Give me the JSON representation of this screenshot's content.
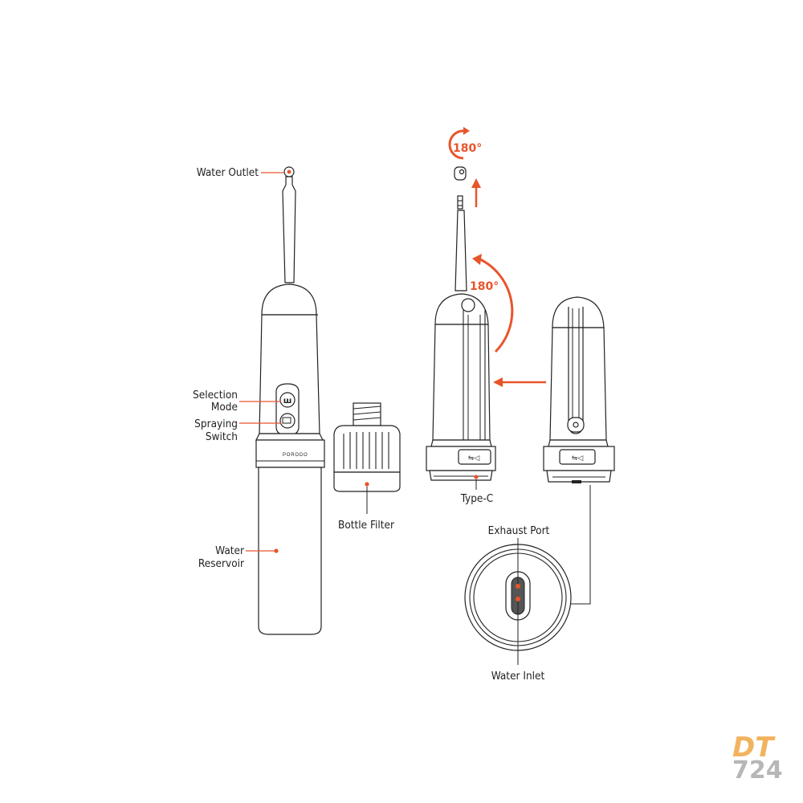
{
  "labels": {
    "water_outlet": "Water Outlet",
    "selection_mode_1": "Selection",
    "selection_mode_2": "Mode",
    "spraying_switch_1": "Spraying",
    "spraying_switch_2": "Switch",
    "water_reservoir_1": "Water",
    "water_reservoir_2": "Reservoir",
    "bottle_filter": "Bottle Filter",
    "type_c": "Type-C",
    "exhaust_port": "Exhaust Port",
    "water_inlet": "Water Inlet"
  },
  "rotation": {
    "nozzle_rotation": "180°",
    "handle_rotation": "180°"
  },
  "device": {
    "brand": "PORODO"
  },
  "watermark": {
    "line1": "DT",
    "line2": "724"
  },
  "colors": {
    "accent": "#e8542a",
    "line": "#222222",
    "watermark": "#b7b7b7",
    "watermark_accent": "#f2b35f"
  }
}
